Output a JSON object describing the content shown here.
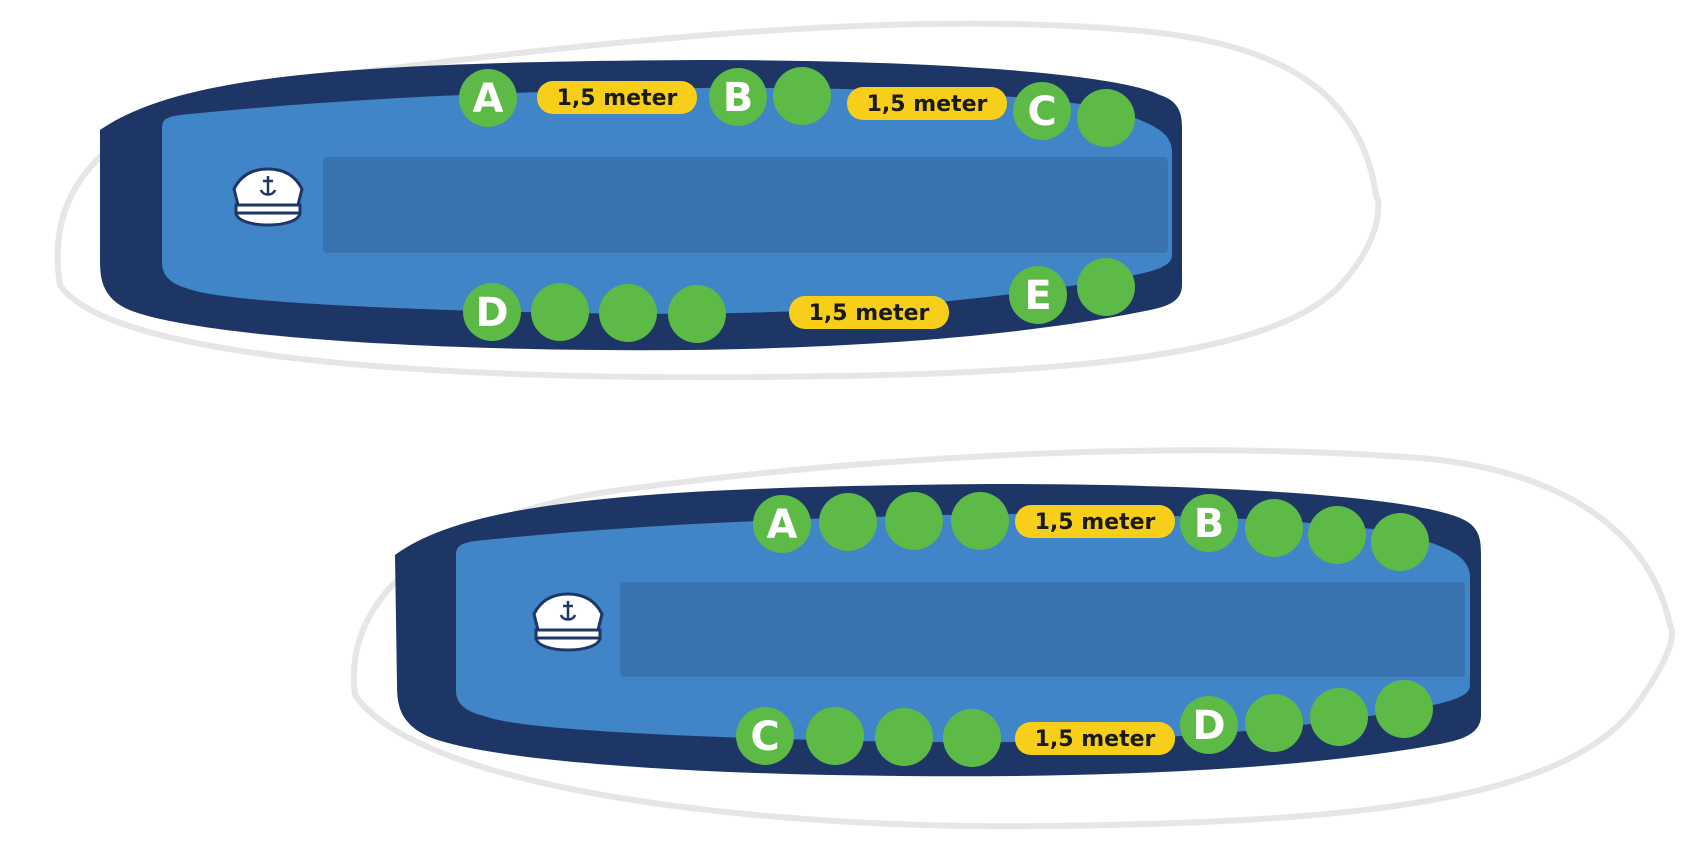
{
  "colors": {
    "hull_outer": "#1e3665",
    "deck": "#3f85c7",
    "bench": "#3a74b0",
    "seat": "#5dba47",
    "tag": "#f7cf1a",
    "tag_text": "#1a1a1a",
    "shadow": "#e6e6e6",
    "hat_line": "#1e3665"
  },
  "boats": [
    {
      "icon": "captain-hat-icon",
      "groups": [
        {
          "letter": "A"
        },
        {
          "letter": "B"
        },
        {
          "letter": "C"
        },
        {
          "letter": "D"
        },
        {
          "letter": "E"
        }
      ],
      "distances": [
        {
          "text": "1,5 meter"
        },
        {
          "text": "1,5 meter"
        },
        {
          "text": "1,5 meter"
        }
      ]
    },
    {
      "icon": "captain-hat-icon",
      "groups": [
        {
          "letter": "A"
        },
        {
          "letter": "B"
        },
        {
          "letter": "C"
        },
        {
          "letter": "D"
        }
      ],
      "distances": [
        {
          "text": "1,5 meter"
        },
        {
          "text": "1,5 meter"
        }
      ]
    }
  ]
}
